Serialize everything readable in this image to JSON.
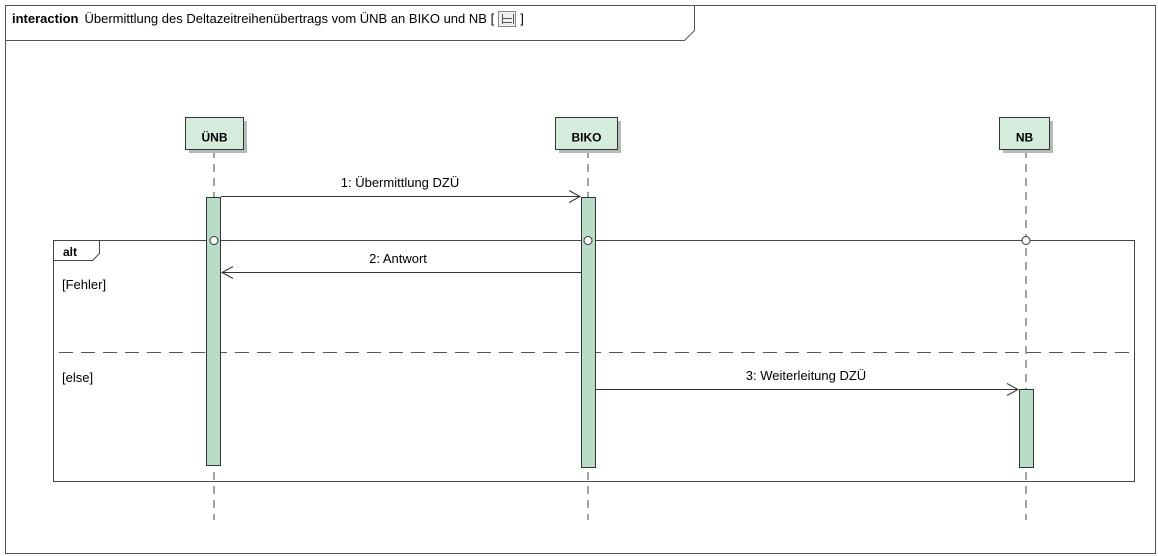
{
  "frame": {
    "keyword": "interaction",
    "title": "Übermittlung des Deltazeitreihenübertrags vom ÜNB an BIKO und NB",
    "bracket_open": "[",
    "bracket_close": "]",
    "icon": "sequence-diagram-icon"
  },
  "lifelines": [
    {
      "id": "uenb",
      "label": "ÜNB"
    },
    {
      "id": "biko",
      "label": "BIKO"
    },
    {
      "id": "nb",
      "label": "NB"
    }
  ],
  "messages": [
    {
      "label": "1: Übermittlung DZÜ",
      "from": "uenb",
      "to": "biko"
    },
    {
      "label": "2: Antwort",
      "from": "biko",
      "to": "uenb"
    },
    {
      "label": "3: Weiterleitung DZÜ",
      "from": "biko",
      "to": "nb"
    }
  ],
  "fragment": {
    "operator": "alt",
    "guards": [
      "[Fehler]",
      "[else]"
    ]
  },
  "colors": {
    "lifeline_fill": "#d4ecdc",
    "activation_fill": "#b9dcc6",
    "line": "#333333",
    "shadow": "#b8b8b8"
  }
}
